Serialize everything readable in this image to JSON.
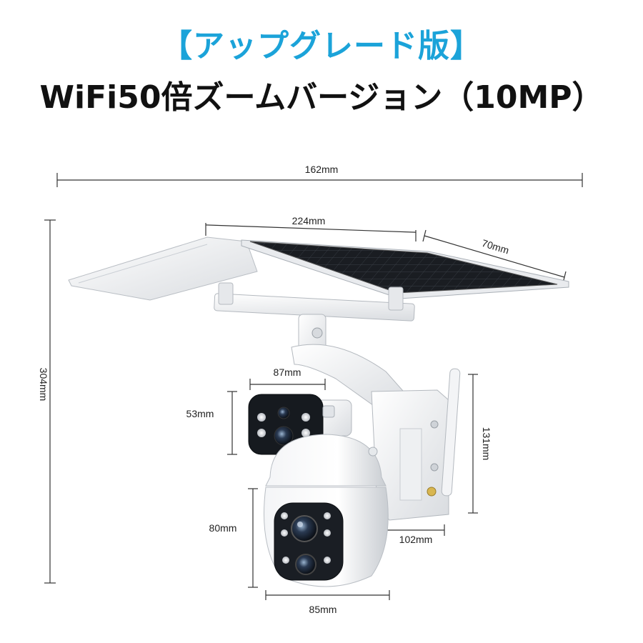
{
  "header": {
    "subtitle": "【アップグレード版】",
    "title": "WiFi50倍ズームバージョン（10MP）"
  },
  "dimensions": {
    "overall_width": "162mm",
    "panel_length": "224mm",
    "panel_depth": "70mm",
    "overall_height": "304mm",
    "top_lens_width": "87mm",
    "top_lens_height": "53mm",
    "battery_height": "131mm",
    "dome_height": "80mm",
    "battery_depth": "102mm",
    "dome_width": "85mm"
  },
  "colors": {
    "subtitle": "#1ba3d9",
    "title": "#111111"
  }
}
